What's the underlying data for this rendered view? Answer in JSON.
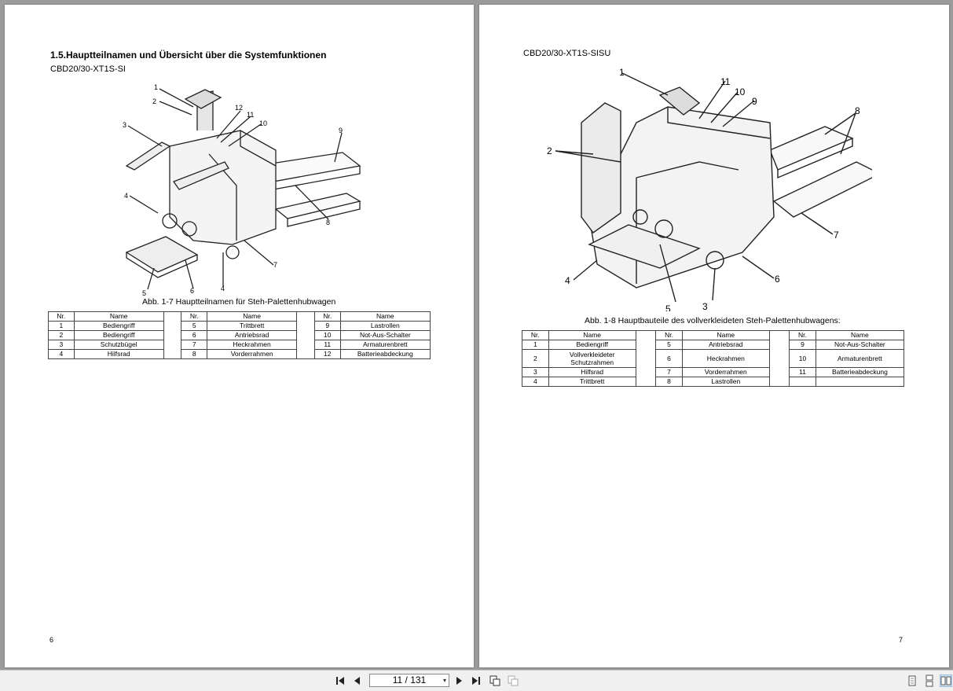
{
  "left_page": {
    "heading": "1.5.Hauptteilnamen und Übersicht über die Systemfunktionen",
    "model": "CBD20/30-XT1S-SI",
    "figure_labels": [
      "1",
      "2",
      "3",
      "4",
      "12",
      "11",
      "10",
      "9",
      "8",
      "7",
      "6",
      "5",
      "4"
    ],
    "caption": "Abb. 1-7 Hauptteilnamen für Steh-Palettenhubwagen",
    "table": {
      "headers": [
        "Nr.",
        "Name",
        "Nr.",
        "Name",
        "Nr.",
        "Name"
      ],
      "rows": [
        [
          "1",
          "Bediengriff",
          "5",
          "Trittbrett",
          "9",
          "Lastrollen"
        ],
        [
          "2",
          "Bediengriff",
          "6",
          "Antriebsrad",
          "10",
          "Not-Aus-Schalter"
        ],
        [
          "3",
          "Schutzbügel",
          "7",
          "Heckrahmen",
          "11",
          "Armaturenbrett"
        ],
        [
          "4",
          "Hilfsrad",
          "8",
          "Vorderrahmen",
          "12",
          "Batterieabdeckung"
        ]
      ]
    },
    "page_number": "6"
  },
  "right_page": {
    "model": "CBD20/30-XT1S-SISU",
    "figure_labels": [
      "1",
      "11",
      "10",
      "9",
      "8",
      "2",
      "7",
      "6",
      "4",
      "5",
      "3"
    ],
    "caption": "Abb. 1-8 Hauptbauteile des vollverkleideten Steh-Palettenhubwagens:",
    "table": {
      "headers": [
        "Nr.",
        "Name",
        "Nr.",
        "Name",
        "Nr.",
        "Name"
      ],
      "rows": [
        [
          "1",
          "Bediengriff",
          "5",
          "Antriebsrad",
          "9",
          "Not-Aus-Schalter"
        ],
        [
          "2",
          "Vollverkleideter Schutzrahmen",
          "6",
          "Heckrahmen",
          "10",
          "Armaturenbrett"
        ],
        [
          "3",
          "Hilfsrad",
          "7",
          "Vorderrahmen",
          "11",
          "Batterieabdeckung"
        ],
        [
          "4",
          "Trittbrett",
          "8",
          "Lastrollen",
          "",
          ""
        ]
      ]
    },
    "page_number": "7"
  },
  "toolbar": {
    "page_indicator": "11 / 131",
    "icons": [
      "first-page-icon",
      "prev-page-icon",
      "next-page-icon",
      "last-page-icon",
      "copy-icon",
      "paste-icon",
      "single-page-icon",
      "continuous-icon",
      "two-page-icon"
    ]
  }
}
